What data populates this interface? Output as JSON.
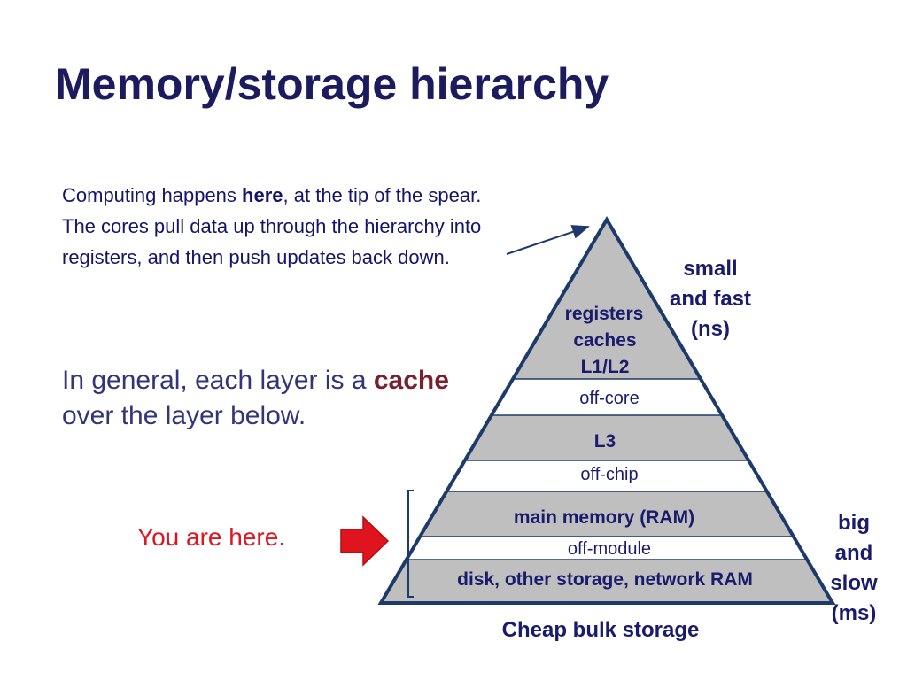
{
  "slide": {
    "title": "Memory/storage hierarchy",
    "intro": {
      "before": "Computing happens ",
      "emphasis": "here",
      "after": ", at the tip of the spear.   The cores pull data up through the hierarchy into registers, and then push updates back down."
    },
    "general": {
      "before": "In general, each layer is a ",
      "keyword": "cache",
      "after": " over the layer below."
    },
    "you_are_here": "You are here."
  },
  "pyramid": {
    "layers": {
      "top": [
        "registers",
        "caches",
        "L1/L2"
      ],
      "off_core": "off-core",
      "l3": "L3",
      "off_chip": "off-chip",
      "main_memory": "main memory (RAM)",
      "off_module": "off-module",
      "disk": "disk, other storage, network RAM"
    },
    "side_top": [
      "small",
      "and fast",
      "(ns)"
    ],
    "side_bottom": [
      "big",
      "and",
      "slow",
      "(ms)"
    ],
    "bottom": "Cheap bulk storage"
  },
  "colors": {
    "title": "#1b1b5e",
    "outline": "#1e3a6b",
    "band_fill": "#bfbfbf",
    "gap_fill": "#ffffff",
    "arrow_red": "#e0141e",
    "keyword": "#7a1f2e"
  }
}
